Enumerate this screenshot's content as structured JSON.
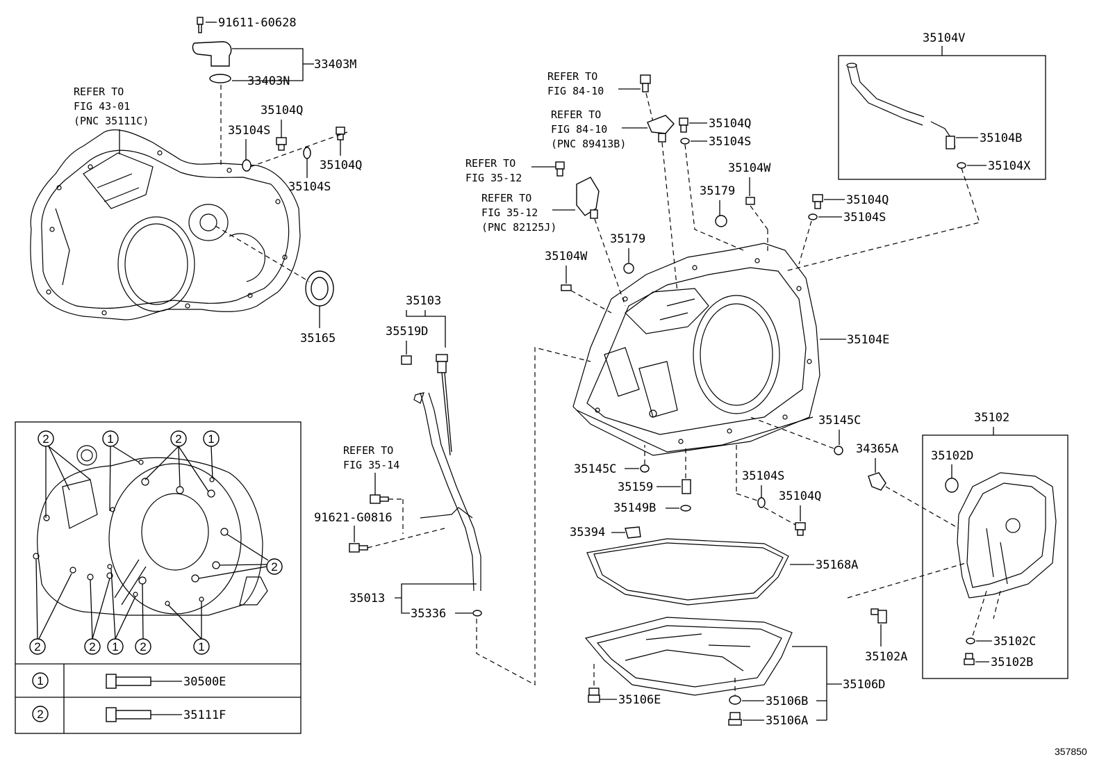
{
  "labels": {
    "p91611": "91611-60628",
    "p33403M": "33403M",
    "p33403N": "33403N",
    "p35104Q_a": "35104Q",
    "p35104S_a": "35104S",
    "p35104Q_b": "35104Q",
    "p35104S_b": "35104S",
    "p35165": "35165",
    "p35103": "35103",
    "p35519D": "35519D",
    "p91621": "91621-G0816",
    "p35013": "35013",
    "p35336": "35336",
    "p35104Q_c": "35104Q",
    "p35104S_c": "35104S",
    "p35104W_a": "35104W",
    "p35179_a": "35179",
    "p35104Q_d": "35104Q",
    "p35104S_d": "35104S",
    "p35179_b": "35179",
    "p35104W_b": "35104W",
    "p35104E": "35104E",
    "p35145C_a": "35145C",
    "p35145C_b": "35145C",
    "p35159": "35159",
    "p35149B": "35149B",
    "p35104S_e": "35104S",
    "p35104Q_e": "35104Q",
    "p35394": "35394",
    "p35168A": "35168A",
    "p35106D": "35106D",
    "p35106E": "35106E",
    "p35106B": "35106B",
    "p35106A": "35106A",
    "p35104V": "35104V",
    "p35104B": "35104B",
    "p35104X": "35104X",
    "p35102": "35102",
    "p35102D": "35102D",
    "p34365A": "34365A",
    "p35102C": "35102C",
    "p35102B": "35102B",
    "p35102A": "35102A",
    "p30500E": "30500E",
    "p35111F": "35111F",
    "fig_number": "357850"
  },
  "refers": {
    "r1": [
      "REFER TO",
      "FIG 43-01",
      "(PNC 35111C)"
    ],
    "r2": [
      "REFER TO",
      "FIG 84-10"
    ],
    "r3": [
      "REFER TO",
      "FIG 84-10",
      "(PNC 89413B)"
    ],
    "r4": [
      "REFER TO",
      "FIG 35-12"
    ],
    "r5": [
      "REFER TO",
      "FIG 35-12",
      "(PNC 82125J)"
    ],
    "r6": [
      "REFER TO",
      "FIG 35-14"
    ]
  },
  "legend": {
    "markers": [
      "1",
      "2"
    ]
  }
}
